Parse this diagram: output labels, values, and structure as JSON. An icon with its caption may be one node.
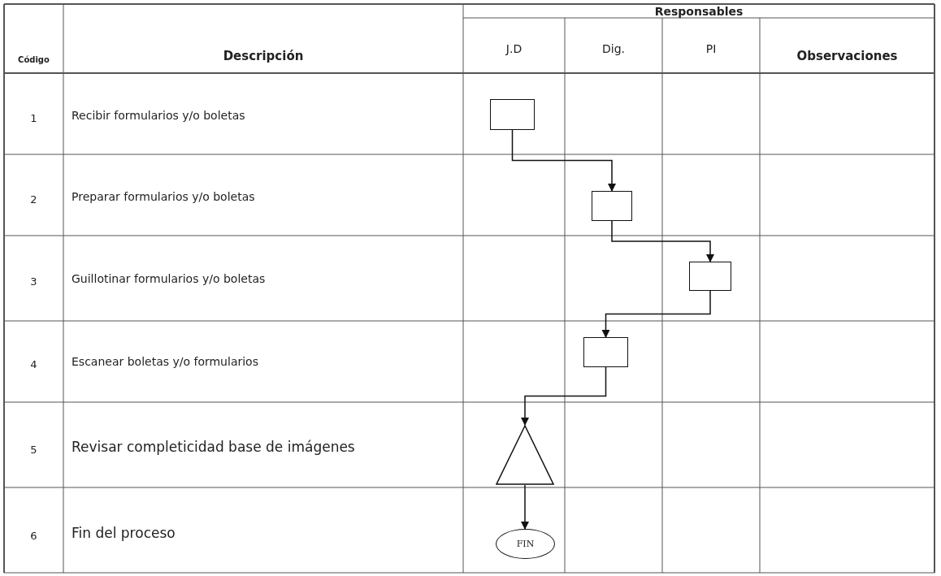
{
  "diagram": {
    "nodes": [
      {
        "text": [],
        "shape": "box"
      },
      {
        "text": [],
        "shape": "box"
      },
      {
        "text": [],
        "shape": "box"
      },
      {
        "text": [],
        "shape": "box"
      },
      {
        "text": [],
        "shape": "triangle"
      },
      {
        "text": [
          "FIN"
        ]
      }
    ],
    "edges": [
      {
        "from": 0,
        "to": 1,
        "arrow": "to"
      },
      {
        "from": 1,
        "to": 2,
        "arrow": "to"
      },
      {
        "from": 2,
        "to": 3,
        "arrow": "to"
      },
      {
        "from": 3,
        "to": 4,
        "arrow": "to"
      },
      {
        "from": 4,
        "to": 5,
        "arrow": "to"
      }
    ],
    "labels": [
      "Responsables",
      "Código",
      "Descripción",
      "J.D",
      "Dig.",
      "PI",
      "Observaciones",
      "1",
      "Recibir formularios y/o boletas",
      "2",
      "Preparar formularios y/o boletas",
      "3",
      "Guillotinar formularios y/o boletas",
      "4",
      "Escanear boletas y/o formularios",
      "5",
      "Revisar completicidad base de imágenes",
      "6",
      "Fin del proceso"
    ]
  }
}
